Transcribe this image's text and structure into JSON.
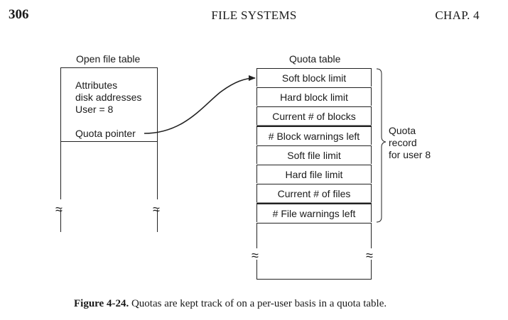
{
  "header": {
    "page_number": "306",
    "title": "FILE SYSTEMS",
    "chapter": "CHAP.  4"
  },
  "open_file_table": {
    "title": "Open file table",
    "lines": [
      "Attributes",
      "disk addresses",
      "User = 8"
    ],
    "quota_pointer": "Quota pointer",
    "break_mark": "≈"
  },
  "quota_table": {
    "title": "Quota table",
    "rows": [
      "Soft block limit",
      "Hard block limit",
      "Current # of blocks",
      "# Block warnings left",
      "Soft file limit",
      "Hard file limit",
      "Current # of files",
      "# File warnings left"
    ],
    "brace_label": [
      "Quota",
      "record",
      "for user 8"
    ],
    "break_mark": "≈"
  },
  "caption": {
    "figure": "Figure 4-24.",
    "text": "Quotas are kept track of on a per-user basis in a quota table."
  }
}
